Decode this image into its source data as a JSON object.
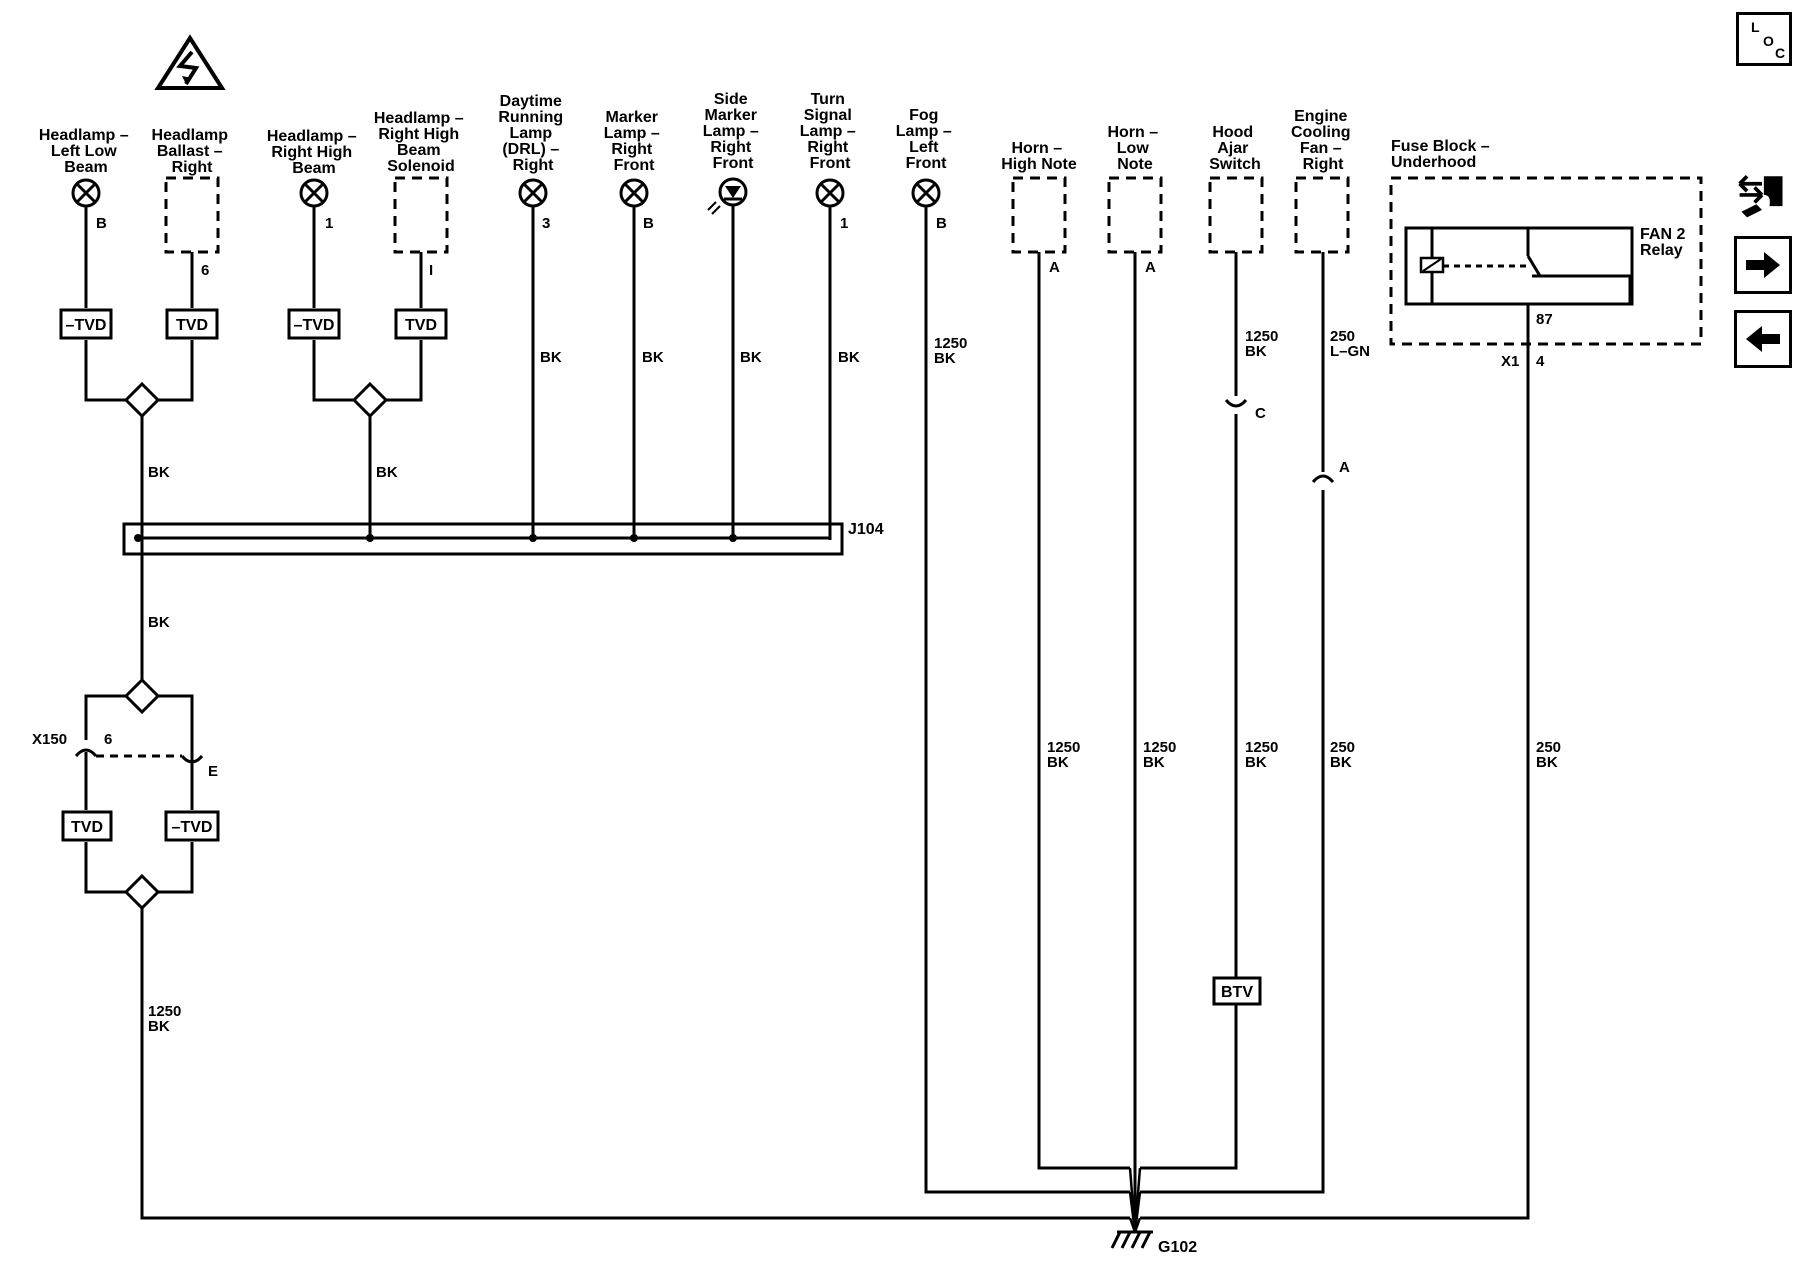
{
  "nav": {
    "loc_letters": [
      "L",
      "O",
      "C"
    ]
  },
  "components": {
    "hl_left_low": [
      "Headlamp –",
      "Left Low",
      "Beam"
    ],
    "hl_ballast_right": [
      "Headlamp",
      "Ballast –",
      "Right"
    ],
    "hl_right_high": [
      "Headlamp –",
      "Right High",
      "Beam"
    ],
    "hl_right_high_sol": [
      "Headlamp –",
      "Right High",
      "Beam",
      "Solenoid"
    ],
    "drl_right": [
      "Daytime",
      "Running",
      "Lamp",
      "(DRL) –",
      "Right"
    ],
    "marker_right_front": [
      "Marker",
      "Lamp –",
      "Right",
      "Front"
    ],
    "side_marker_right_front": [
      "Side",
      "Marker",
      "Lamp –",
      "Right",
      "Front"
    ],
    "turn_right_front": [
      "Turn",
      "Signal",
      "Lamp –",
      "Right",
      "Front"
    ],
    "fog_left_front": [
      "Fog",
      "Lamp –",
      "Left",
      "Front"
    ],
    "horn_high": [
      "Horn –",
      "High Note"
    ],
    "horn_low": [
      "Horn –",
      "Low",
      "Note"
    ],
    "hood_ajar": [
      "Hood",
      "Ajar",
      "Switch"
    ],
    "cooling_fan_right": [
      "Engine",
      "Cooling",
      "Fan –",
      "Right"
    ],
    "fuse_block": [
      "Fuse Block –",
      "Underhood"
    ],
    "fan2_relay": [
      "FAN 2",
      "Relay"
    ]
  },
  "pins": {
    "hl_left_low": "B",
    "hl_ballast_right": "6",
    "hl_right_high": "1",
    "hl_right_high_sol": "I",
    "drl_right": "3",
    "marker_right_front": "B",
    "turn_right_front": "1",
    "fog_left_front": "B",
    "horn_high": "A",
    "horn_low": "A",
    "relay_87": "87",
    "x1_connector": "X1",
    "x1_pin": "4",
    "hood_ajar_c": "C",
    "cooling_fan_a": "A",
    "x150_connector": "X150",
    "x150_pin6": "6",
    "x150_pinE": "E"
  },
  "boxes": {
    "tvd_neg_1": "–TVD",
    "tvd_1": "TVD",
    "tvd_neg_2": "–TVD",
    "tvd_2": "TVD",
    "tvd_3": "TVD",
    "tvd_neg_3": "–TVD",
    "btv": "BTV"
  },
  "splices": {
    "j104": "J104",
    "g102": "G102"
  },
  "wires": {
    "bk": "BK",
    "bk_left_mid": "BK",
    "bk_right_mid": "BK",
    "bk_drl": "BK",
    "bk_marker": "BK",
    "bk_side": "BK",
    "bk_turn": "BK",
    "bk_below_j104": "BK",
    "fog_size": "1250",
    "fog_color": "BK",
    "hood_upper_size": "1250",
    "hood_upper_color": "BK",
    "fan_upper_size": "250",
    "fan_upper_color": "L–GN",
    "horn_high_size": "1250",
    "horn_high_color": "BK",
    "horn_low_size": "1250",
    "horn_low_color": "BK",
    "hood_lower_size": "1250",
    "hood_lower_color": "BK",
    "fan_lower_size": "250",
    "fan_lower_color": "BK",
    "relay_size": "250",
    "relay_color": "BK",
    "ground_size": "1250",
    "ground_color": "BK"
  }
}
